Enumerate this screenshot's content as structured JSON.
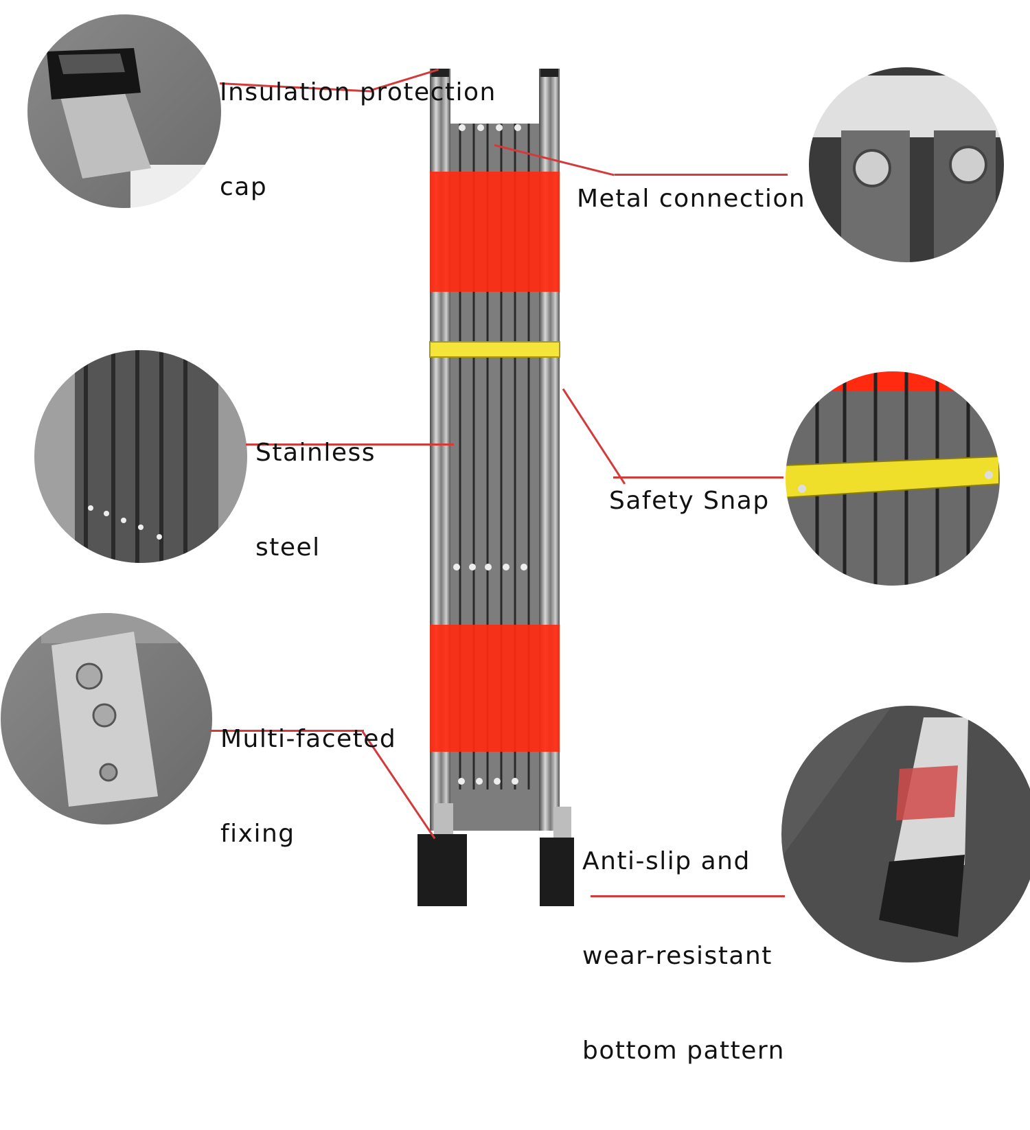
{
  "colors": {
    "accent_line": "#d43a3a",
    "barrier_red": "#ff2a10",
    "steel": "#8c8c8c",
    "snap_yellow": "#f5e43a",
    "foot_black": "#1c1c1c"
  },
  "callouts": [
    {
      "key": "insulation",
      "lines": [
        "Insulation protection",
        "cap"
      ],
      "detail": "protection-cap-closeup"
    },
    {
      "key": "metal",
      "lines": [
        "Metal connection"
      ],
      "detail": "bolt-connection-closeup"
    },
    {
      "key": "steel",
      "lines": [
        "Stainless",
        "steel"
      ],
      "detail": "steel-slats-closeup"
    },
    {
      "key": "snap",
      "lines": [
        "Safety Snap"
      ],
      "detail": "yellow-snap-closeup"
    },
    {
      "key": "fixing",
      "lines": [
        "Multi-faceted",
        "fixing"
      ],
      "detail": "bracket-closeup"
    },
    {
      "key": "antislip",
      "lines": [
        "Anti-slip and",
        "wear-resistant",
        "bottom pattern"
      ],
      "detail": "rubber-foot-closeup"
    }
  ]
}
